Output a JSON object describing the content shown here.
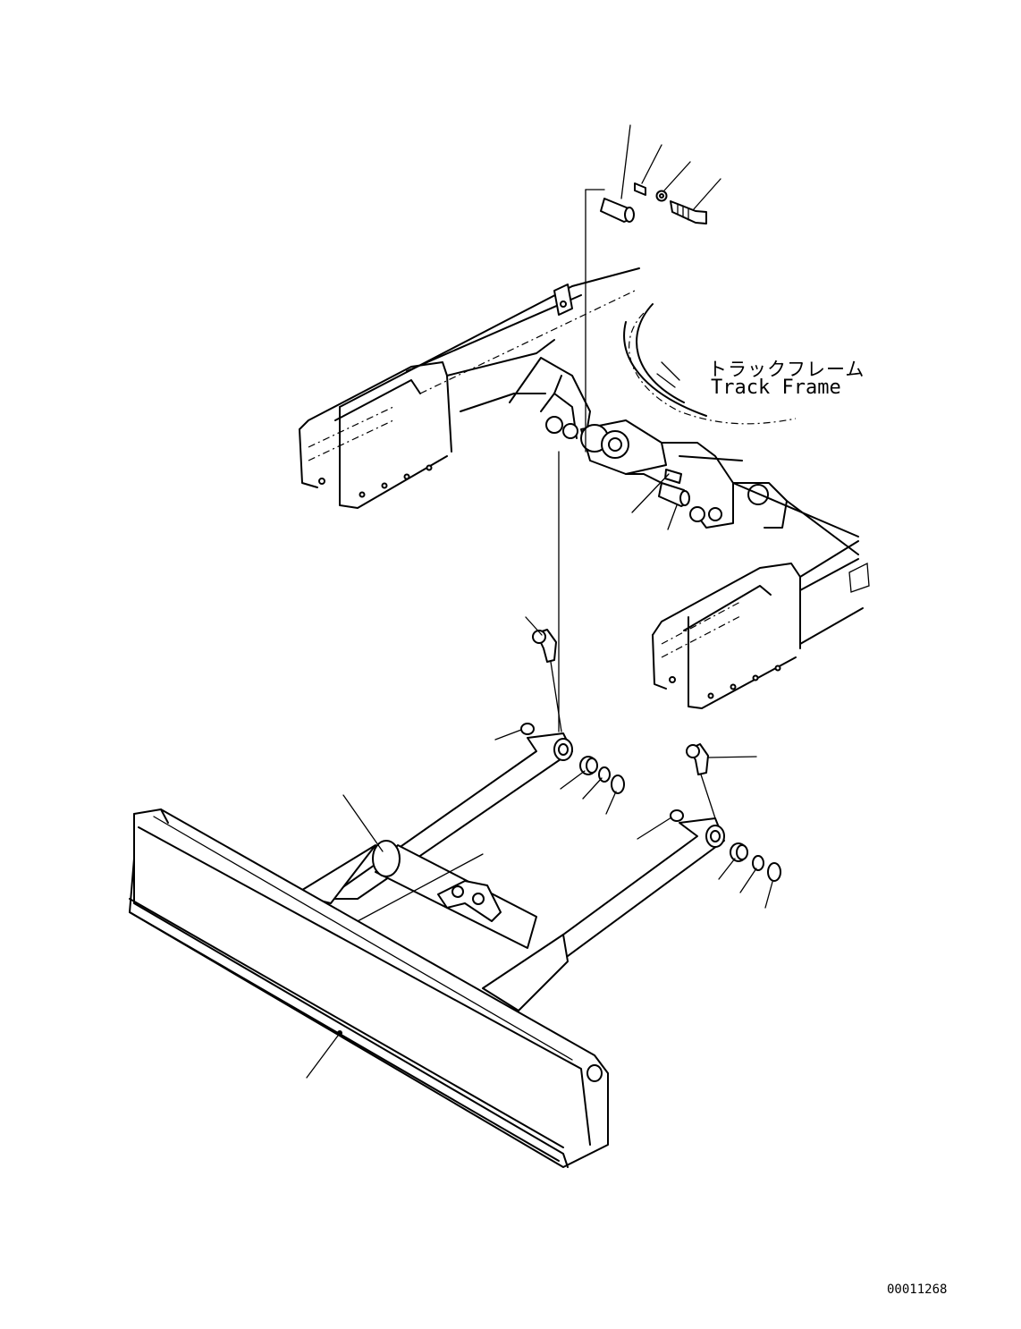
{
  "labels": {
    "track_frame_jp": "トラックフレーム",
    "track_frame_en": "Track Frame",
    "drawing_number": "00011268"
  },
  "colors": {
    "line": "#000000",
    "background": "#ffffff"
  }
}
